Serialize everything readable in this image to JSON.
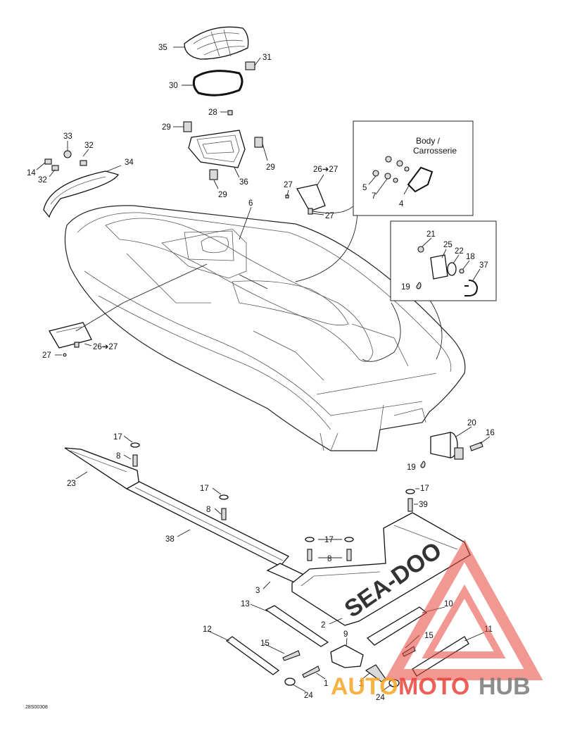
{
  "diagram": {
    "labels": {
      "l35": "35",
      "l31": "31",
      "l30": "30",
      "l28": "28",
      "l29a": "29",
      "l29b": "29",
      "l29c": "29",
      "l36": "36",
      "l33": "33",
      "l32a": "32",
      "l32b": "32",
      "l14": "14",
      "l34": "34",
      "l26a": "26➔27",
      "l27a": "27",
      "l27b": "27",
      "l6": "6",
      "l26b": "26➔27",
      "l27c": "27",
      "l5": "5",
      "l7": "7",
      "l4": "4",
      "l21": "21",
      "l25": "25",
      "l22": "22",
      "l18": "18",
      "l37": "37",
      "l19a": "19",
      "l20": "20",
      "l16": "16",
      "l19b": "19",
      "l17a": "17",
      "l8a": "8",
      "l23": "23",
      "l17b": "17",
      "l8b": "8",
      "l38": "38",
      "l17c": "17",
      "l8c": "8",
      "l17d": "17",
      "l39": "39",
      "l3": "3",
      "l2": "2",
      "l13": "13",
      "l10": "10",
      "l12": "12",
      "l15a": "15",
      "l9": "9",
      "l15b": "15",
      "l11": "11",
      "l1a": "1",
      "l1b": "1",
      "l24a": "24",
      "l24b": "24"
    },
    "body_box_line1": "Body /",
    "body_box_line2": "Carrosserie",
    "logo_text": "SEA-DOO",
    "footer_code": "28S00308"
  },
  "watermark": {
    "part1": "AUTO",
    "part2": "MOTO",
    "part3": "HUB",
    "colors": {
      "orange": "#f5a623",
      "red": "#e8453c",
      "grey": "#7a7a7a"
    }
  }
}
